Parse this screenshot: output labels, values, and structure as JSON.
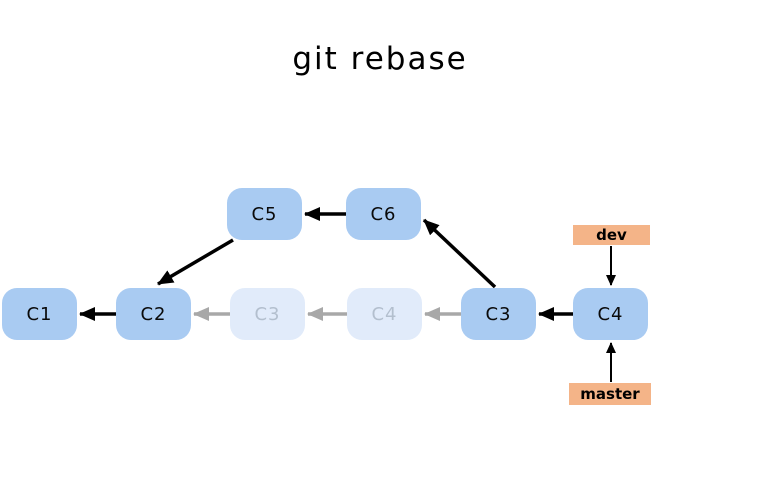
{
  "title": "git rebase",
  "diagram": {
    "nodes": [
      {
        "id": "c1",
        "label": "C1",
        "state": "active"
      },
      {
        "id": "c2",
        "label": "C2",
        "state": "active"
      },
      {
        "id": "c3-old",
        "label": "C3",
        "state": "faded"
      },
      {
        "id": "c4-old",
        "label": "C4",
        "state": "faded"
      },
      {
        "id": "c3",
        "label": "C3",
        "state": "active"
      },
      {
        "id": "c4",
        "label": "C4",
        "state": "active"
      },
      {
        "id": "c5",
        "label": "C5",
        "state": "active"
      },
      {
        "id": "c6",
        "label": "C6",
        "state": "active"
      }
    ],
    "branches": [
      {
        "id": "dev",
        "label": "dev"
      },
      {
        "id": "master",
        "label": "master"
      }
    ],
    "edges": [
      {
        "from": "C2",
        "to": "C1",
        "state": "active"
      },
      {
        "from": "C3-old",
        "to": "C2",
        "state": "faded"
      },
      {
        "from": "C4-old",
        "to": "C3-old",
        "state": "faded"
      },
      {
        "from": "C3",
        "to": "C4-old",
        "state": "faded"
      },
      {
        "from": "C4",
        "to": "C3",
        "state": "active"
      },
      {
        "from": "C6",
        "to": "C5",
        "state": "active"
      },
      {
        "from": "C5",
        "to": "C2",
        "state": "active"
      },
      {
        "from": "C3",
        "to": "C6",
        "state": "active"
      },
      {
        "from": "dev",
        "to": "C4",
        "state": "pointer"
      },
      {
        "from": "master",
        "to": "C4",
        "state": "pointer"
      }
    ],
    "colors": {
      "background": "#ffffff",
      "node_fill": "#a9cbf2",
      "node_text": "#0a0a0a",
      "node_fill_faded": "#e1ebfa",
      "node_text_faded": "#b3bfce",
      "branch_fill": "#f4b488",
      "arrow_active": "#000000",
      "arrow_faded": "#a8a8a8"
    }
  }
}
